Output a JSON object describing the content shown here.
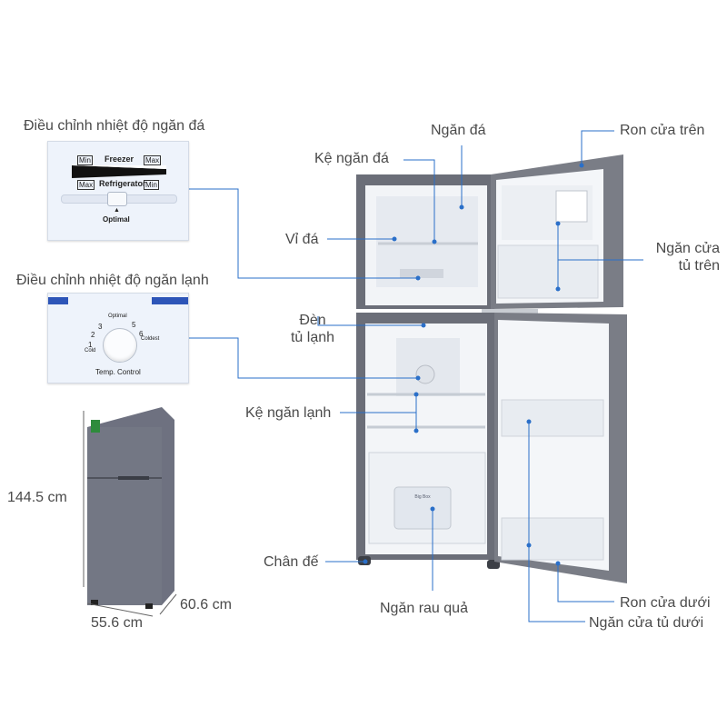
{
  "labels": {
    "freezer_temp_control": "Điều chỉnh nhiệt độ ngăn đá",
    "fridge_temp_control": "Điều chỉnh nhiệt độ ngăn lạnh",
    "freezer_compartment": "Ngăn đá",
    "freezer_shelf": "Kệ ngăn đá",
    "ice_tray": "Vỉ đá",
    "light_line1": "Đèn",
    "light_line2": "tủ lạnh",
    "fridge_shelf": "Kệ ngăn lạnh",
    "base_feet": "Chân đế",
    "crisper": "Ngăn rau quả",
    "top_door_gasket": "Ron cửa trên",
    "top_door_bin_line1": "Ngăn cửa",
    "top_door_bin_line2": "tủ trên",
    "bottom_door_gasket": "Ron cửa dưới",
    "bottom_door_bin": "Ngăn cửa tủ dưới"
  },
  "dimensions": {
    "height": "144.5 cm",
    "width": "55.6 cm",
    "depth": "60.6 cm"
  },
  "freezer_panel": {
    "min_top": "Min",
    "freezer": "Freezer",
    "max_top": "Max",
    "max_bottom": "Max",
    "refrigerator": "Refrigerator",
    "min_bottom": "Min",
    "optimal": "Optimal"
  },
  "fridge_panel": {
    "n1": "1",
    "cold": "Cold",
    "n2": "2",
    "n3": "3",
    "optimal": "Optimal",
    "n5": "5",
    "n6": "6",
    "coldest": "Coldest",
    "temp_control": "Temp. Control"
  },
  "crisper_tag": "Big Box",
  "colors": {
    "callout_line": "#2a6fc9",
    "fridge_body": "#6b6e78",
    "interior": "#f3f5f8",
    "panel_bg": "#eef3fb"
  }
}
